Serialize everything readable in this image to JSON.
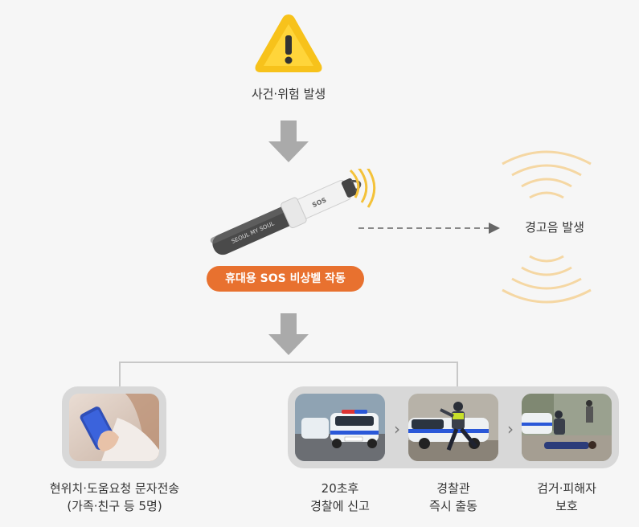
{
  "incident": {
    "label": "사건·위험 발생",
    "icon": "warning-triangle-icon"
  },
  "device": {
    "label": "휴대용 SOS 비상벨 작동",
    "brand": "SEOUL MY SOUL",
    "model": "SOS",
    "accent": "#e8712f"
  },
  "alarm": {
    "label": "경고음 발생",
    "wave_color": "#f5d7a3"
  },
  "branches": {
    "message": {
      "line1": "현위치·도움요청 문자전송",
      "line2": "(가족·친구 등 5명)"
    },
    "police": [
      {
        "line1": "20초후",
        "line2": "경찰에 신고"
      },
      {
        "line1": "경찰관",
        "line2": "즉시 출동"
      },
      {
        "line1": "검거·피해자",
        "line2": "보호"
      }
    ]
  },
  "colors": {
    "arrow": "#aaaaaa",
    "background": "#f6f6f6",
    "frame": "#d8d8d8"
  }
}
